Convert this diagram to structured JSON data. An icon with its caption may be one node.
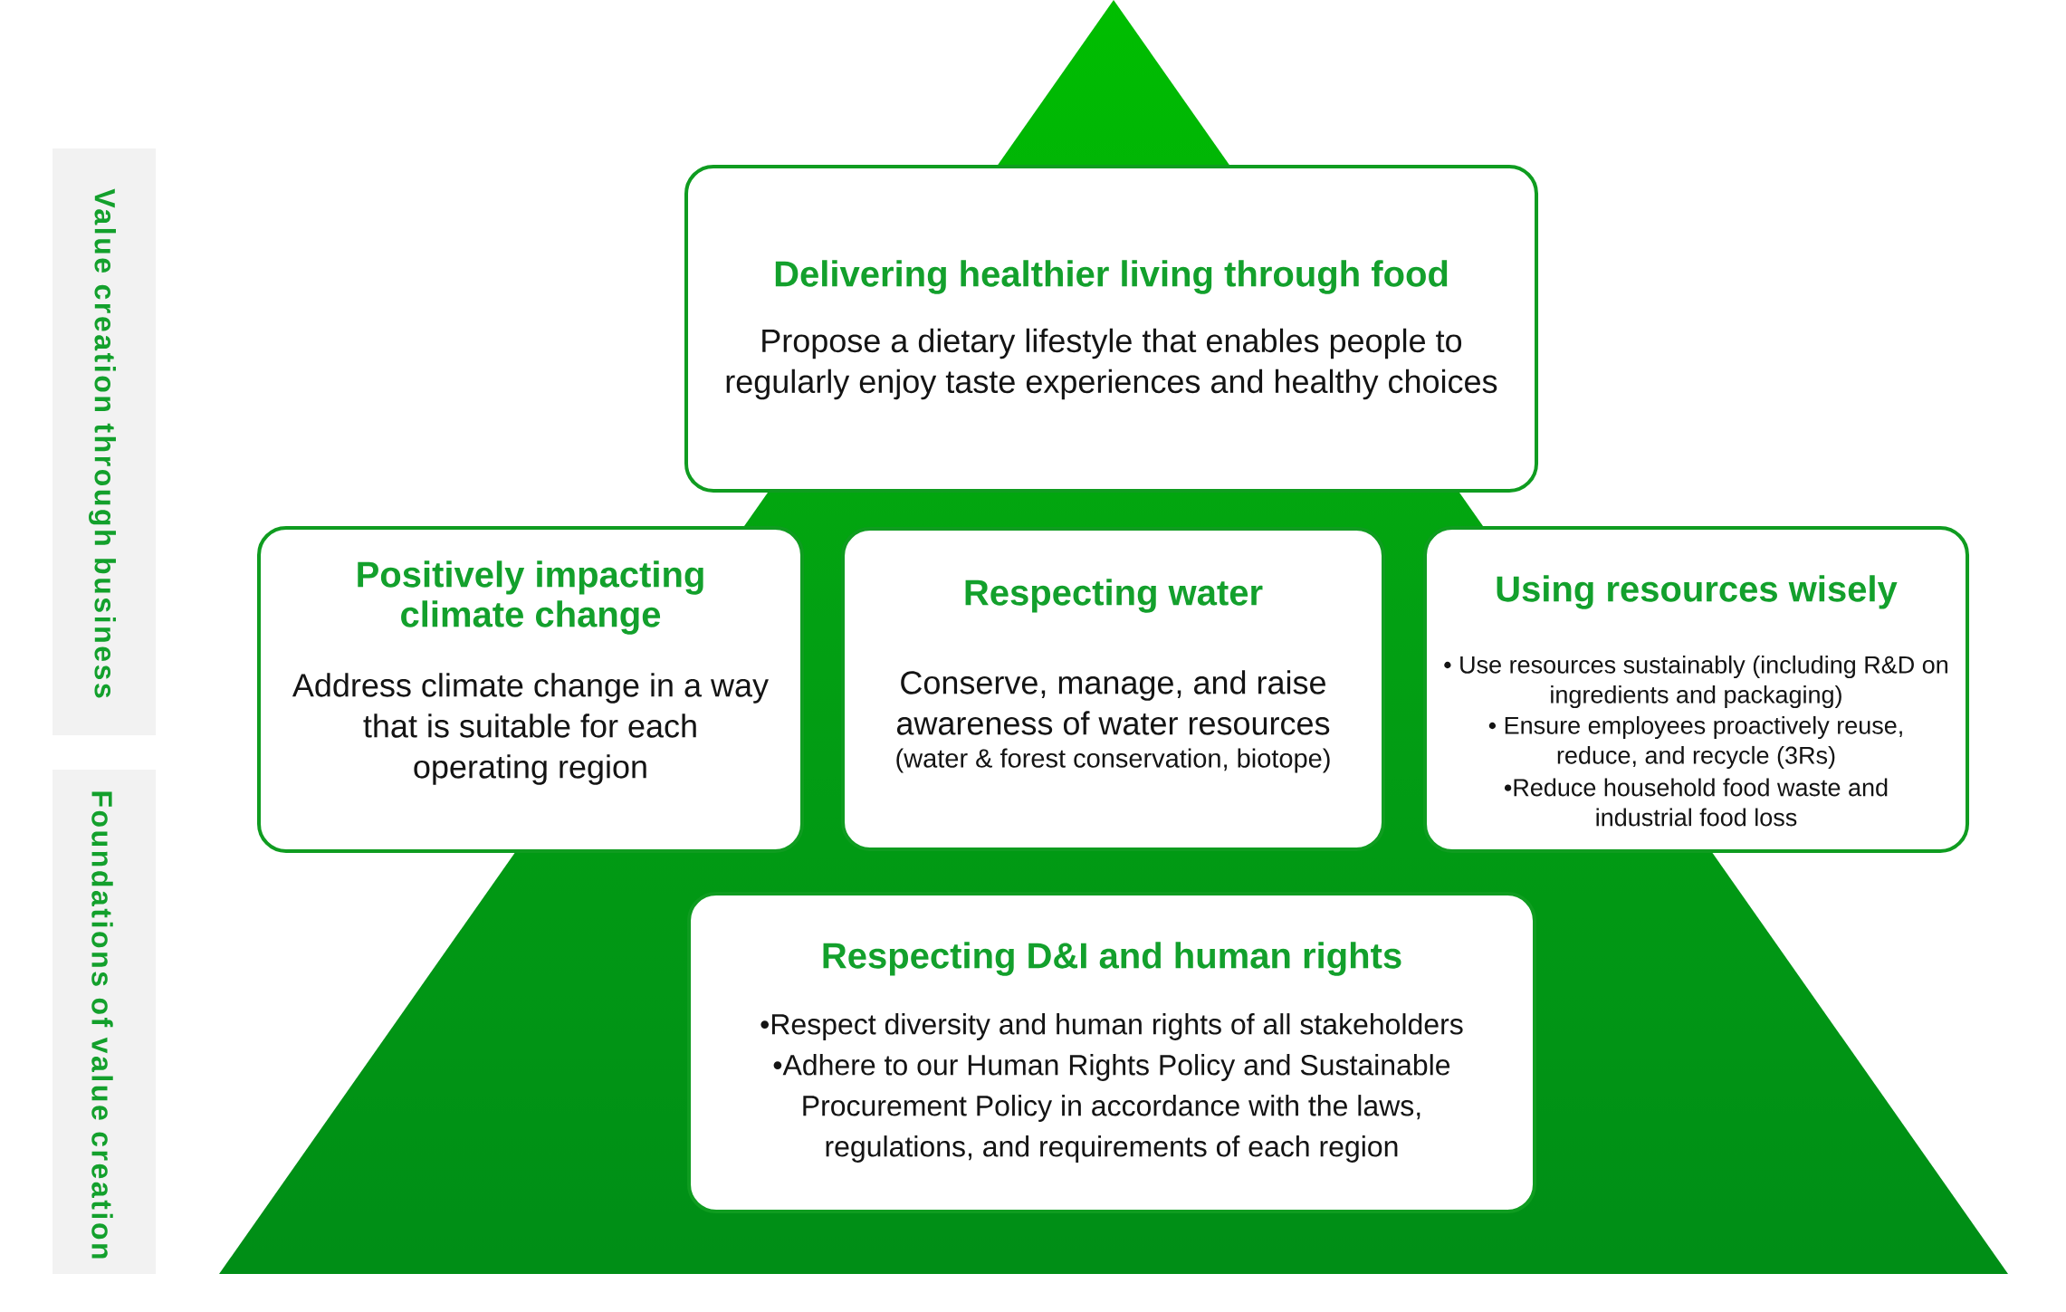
{
  "diagram": {
    "nodes": [
      {
        "text": [
          "Value creation through business"
        ]
      },
      {
        "text": [
          "Delivering healthier living through food",
          "Propose a dietary lifestyle that enables people to regularly enjoy taste experiences and healthy choices"
        ]
      },
      {
        "text": [
          "Positively impacting climate change",
          "Address climate change in a way that is suitable for each operating region"
        ]
      },
      {
        "text": [
          "Respecting water",
          "Conserve, manage, and raise awareness of water resources",
          "(water & forest conservation, biotope)"
        ]
      },
      {
        "text": [
          "Using resources wisely",
          "• Use resources sustainably (including R&D on ingredients and packaging)",
          "• Ensure employees proactively reuse, reduce, and recycle (3Rs)",
          "•Reduce household food waste and industrial food loss"
        ]
      },
      {
        "text": [
          "Foundations of value creation"
        ]
      },
      {
        "text": [
          "Respecting D&I and human rights",
          "•Respect diversity and human rights of all stakeholders",
          "•Adhere to our Human Rights Policy and Sustainable Procurement Policy in accordance with the laws, regulations, and requirements of each region"
        ]
      }
    ]
  }
}
